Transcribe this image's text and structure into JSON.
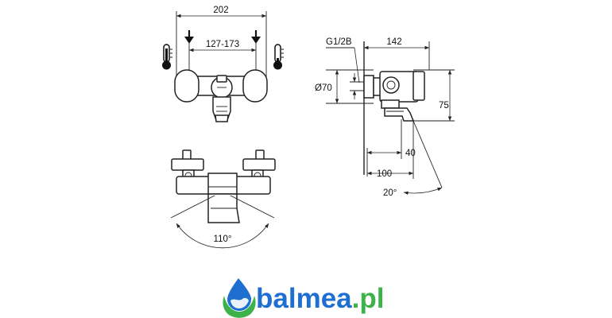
{
  "dimensions": {
    "width_total": "202",
    "center_range": "127-173",
    "thread": "G1/2B",
    "depth_total": "142",
    "diameter": "Ø70",
    "height": "75",
    "spout_offset": "40",
    "spout_reach": "100",
    "spout_angle": "20°",
    "handle_angle": "110°"
  },
  "logo": {
    "text_main": "balmea",
    "text_tld": ".pl",
    "color_blue": "#1e6fd0",
    "color_green": "#3db24a"
  },
  "colors": {
    "line": "#222222",
    "background": "#ffffff"
  }
}
